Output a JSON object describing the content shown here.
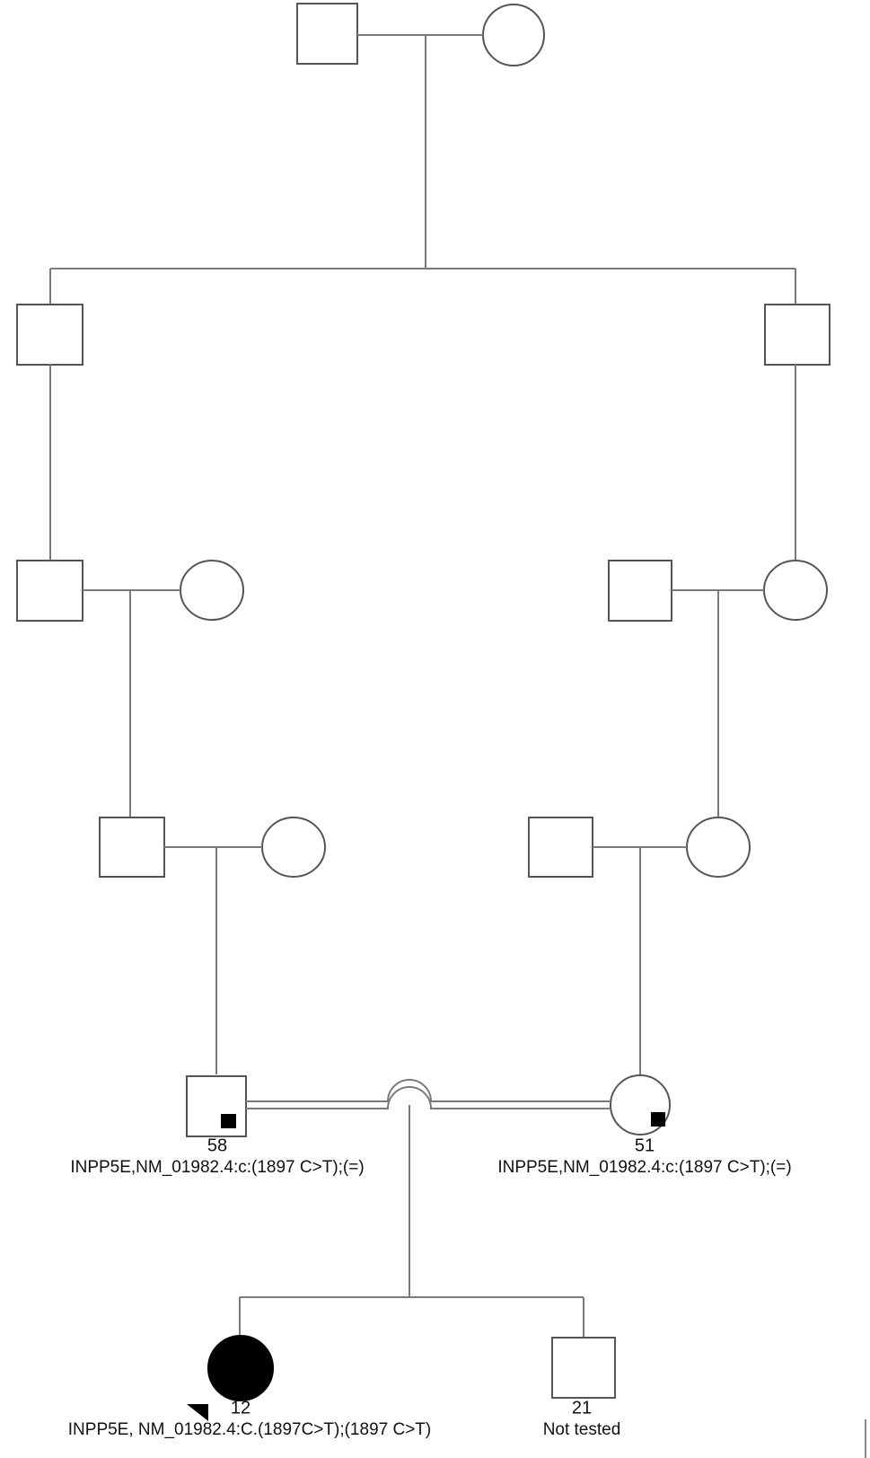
{
  "pedigree": {
    "generations": 6,
    "individuals": {
      "father": {
        "sex": "male",
        "status": "carrier",
        "age": "58",
        "genotype": "INPP5E,NM_01982.4:c:(1897 C>T);(=)"
      },
      "mother": {
        "sex": "female",
        "status": "carrier",
        "age": "51",
        "genotype": "INPP5E,NM_01982.4:c:(1897 C>T);(=)"
      },
      "proband": {
        "sex": "female",
        "status": "affected",
        "age": "12",
        "genotype": "INPP5E, NM_01982.4:C.(1897C>T);(1897 C>T)"
      },
      "brother": {
        "sex": "male",
        "status": "unaffected",
        "age": "21",
        "genotype": "Not tested"
      }
    },
    "relationships": {
      "parents": "consanguineous",
      "common_ancestors": "great-great-grandparents"
    },
    "colors": {
      "line": "#7a7a7a",
      "outline": "#555555",
      "affected_fill": "#000000"
    }
  }
}
